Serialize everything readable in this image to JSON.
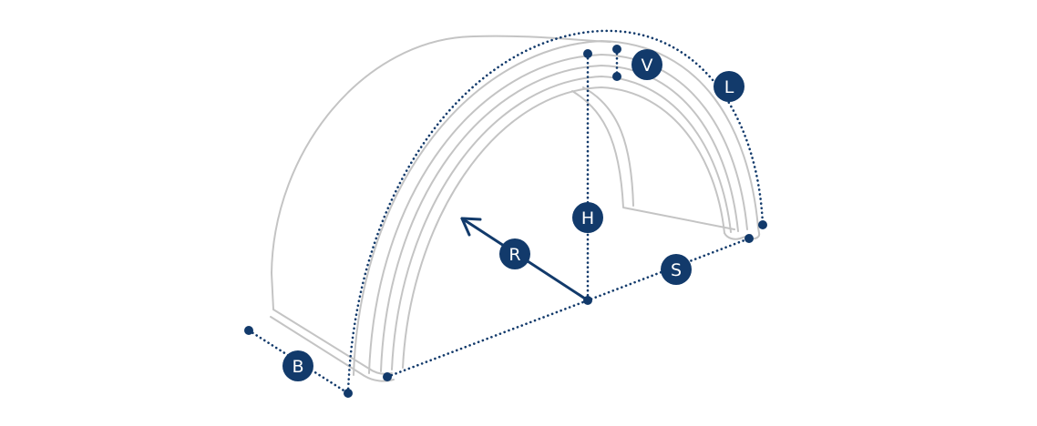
{
  "colors": {
    "accent": "#123a6b",
    "outline": "#c4c4c4",
    "background": "#ffffff"
  },
  "labels": {
    "V": "V",
    "L": "L",
    "H": "H",
    "R": "R",
    "S": "S",
    "B": "B"
  }
}
